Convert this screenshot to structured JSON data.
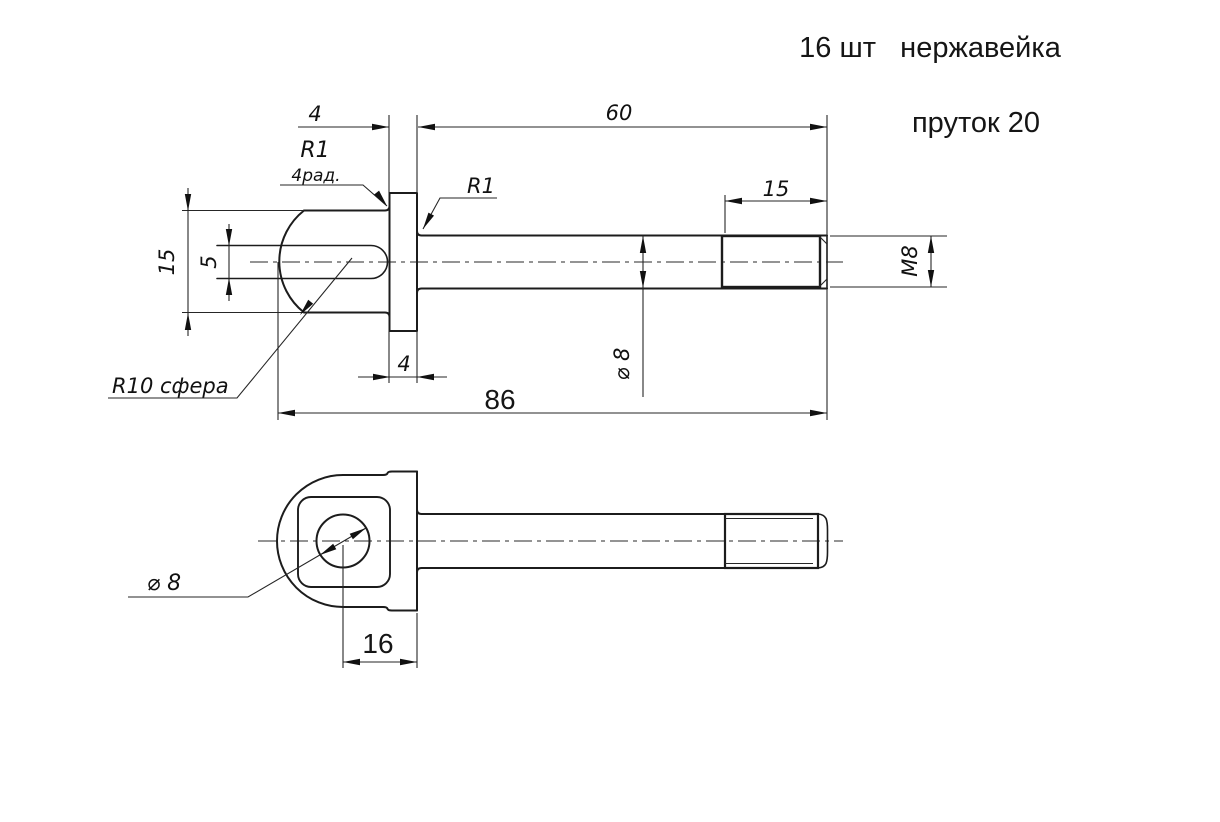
{
  "header": {
    "note_quantity": "16 шт   нержавейка",
    "note_stock": "пруток 20"
  },
  "colors": {
    "line": "#1c1c1c",
    "background": "#ffffff"
  },
  "front_view": {
    "dim_collar_width_top": "4",
    "dim_shaft_length": "60",
    "fillet_radius_head": "R1",
    "fillet_places": "4рад.",
    "fillet_radius_shaft": "R1",
    "dim_head_height": "15",
    "dim_slot_width": "5",
    "sphere_radius_note": "R10 сфера",
    "dim_shaft_diameter": "⌀ 8",
    "dim_thread_length": "15",
    "thread_designation": "M8",
    "dim_overall_length": "86",
    "dim_collar_width_bottom": "4"
  },
  "side_view": {
    "dim_hole_diameter": "⌀ 8",
    "dim_head_width": "16"
  }
}
